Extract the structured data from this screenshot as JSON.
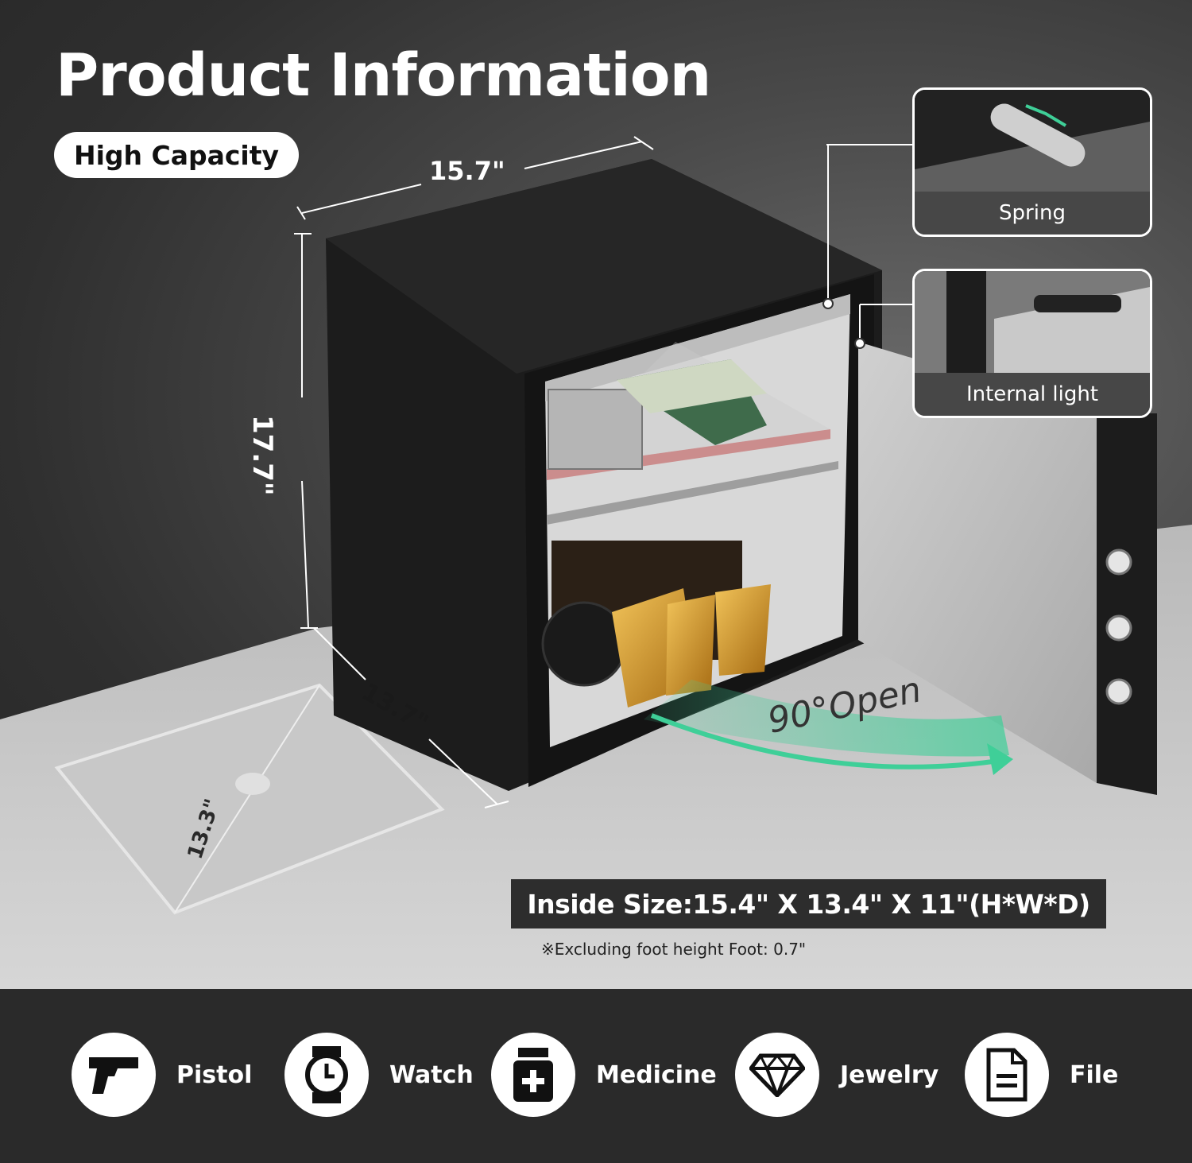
{
  "title": "Product Information",
  "badge": "High Capacity",
  "dimensions": {
    "width": "15.7\"",
    "height": "17.7\"",
    "depth": "13.7\"",
    "laptop": "13.3\""
  },
  "callouts": {
    "spring": "Spring",
    "light": "Internal light"
  },
  "open_label": "90°Open",
  "inside_size": "Inside Size:15.4\" X  13.4\" X 11\"(H*W*D)",
  "note": "※Excluding foot height  Foot: 0.7\"",
  "uses": [
    {
      "label": "Pistol",
      "icon": "pistol-icon"
    },
    {
      "label": "Watch",
      "icon": "watch-icon"
    },
    {
      "label": "Medicine",
      "icon": "medicine-icon"
    },
    {
      "label": "Jewelry",
      "icon": "diamond-icon"
    },
    {
      "label": "File",
      "icon": "file-icon"
    }
  ],
  "colors": {
    "accent": "#3fcf98",
    "background": "#2b2b2b",
    "bar": "#2d2d2d"
  }
}
